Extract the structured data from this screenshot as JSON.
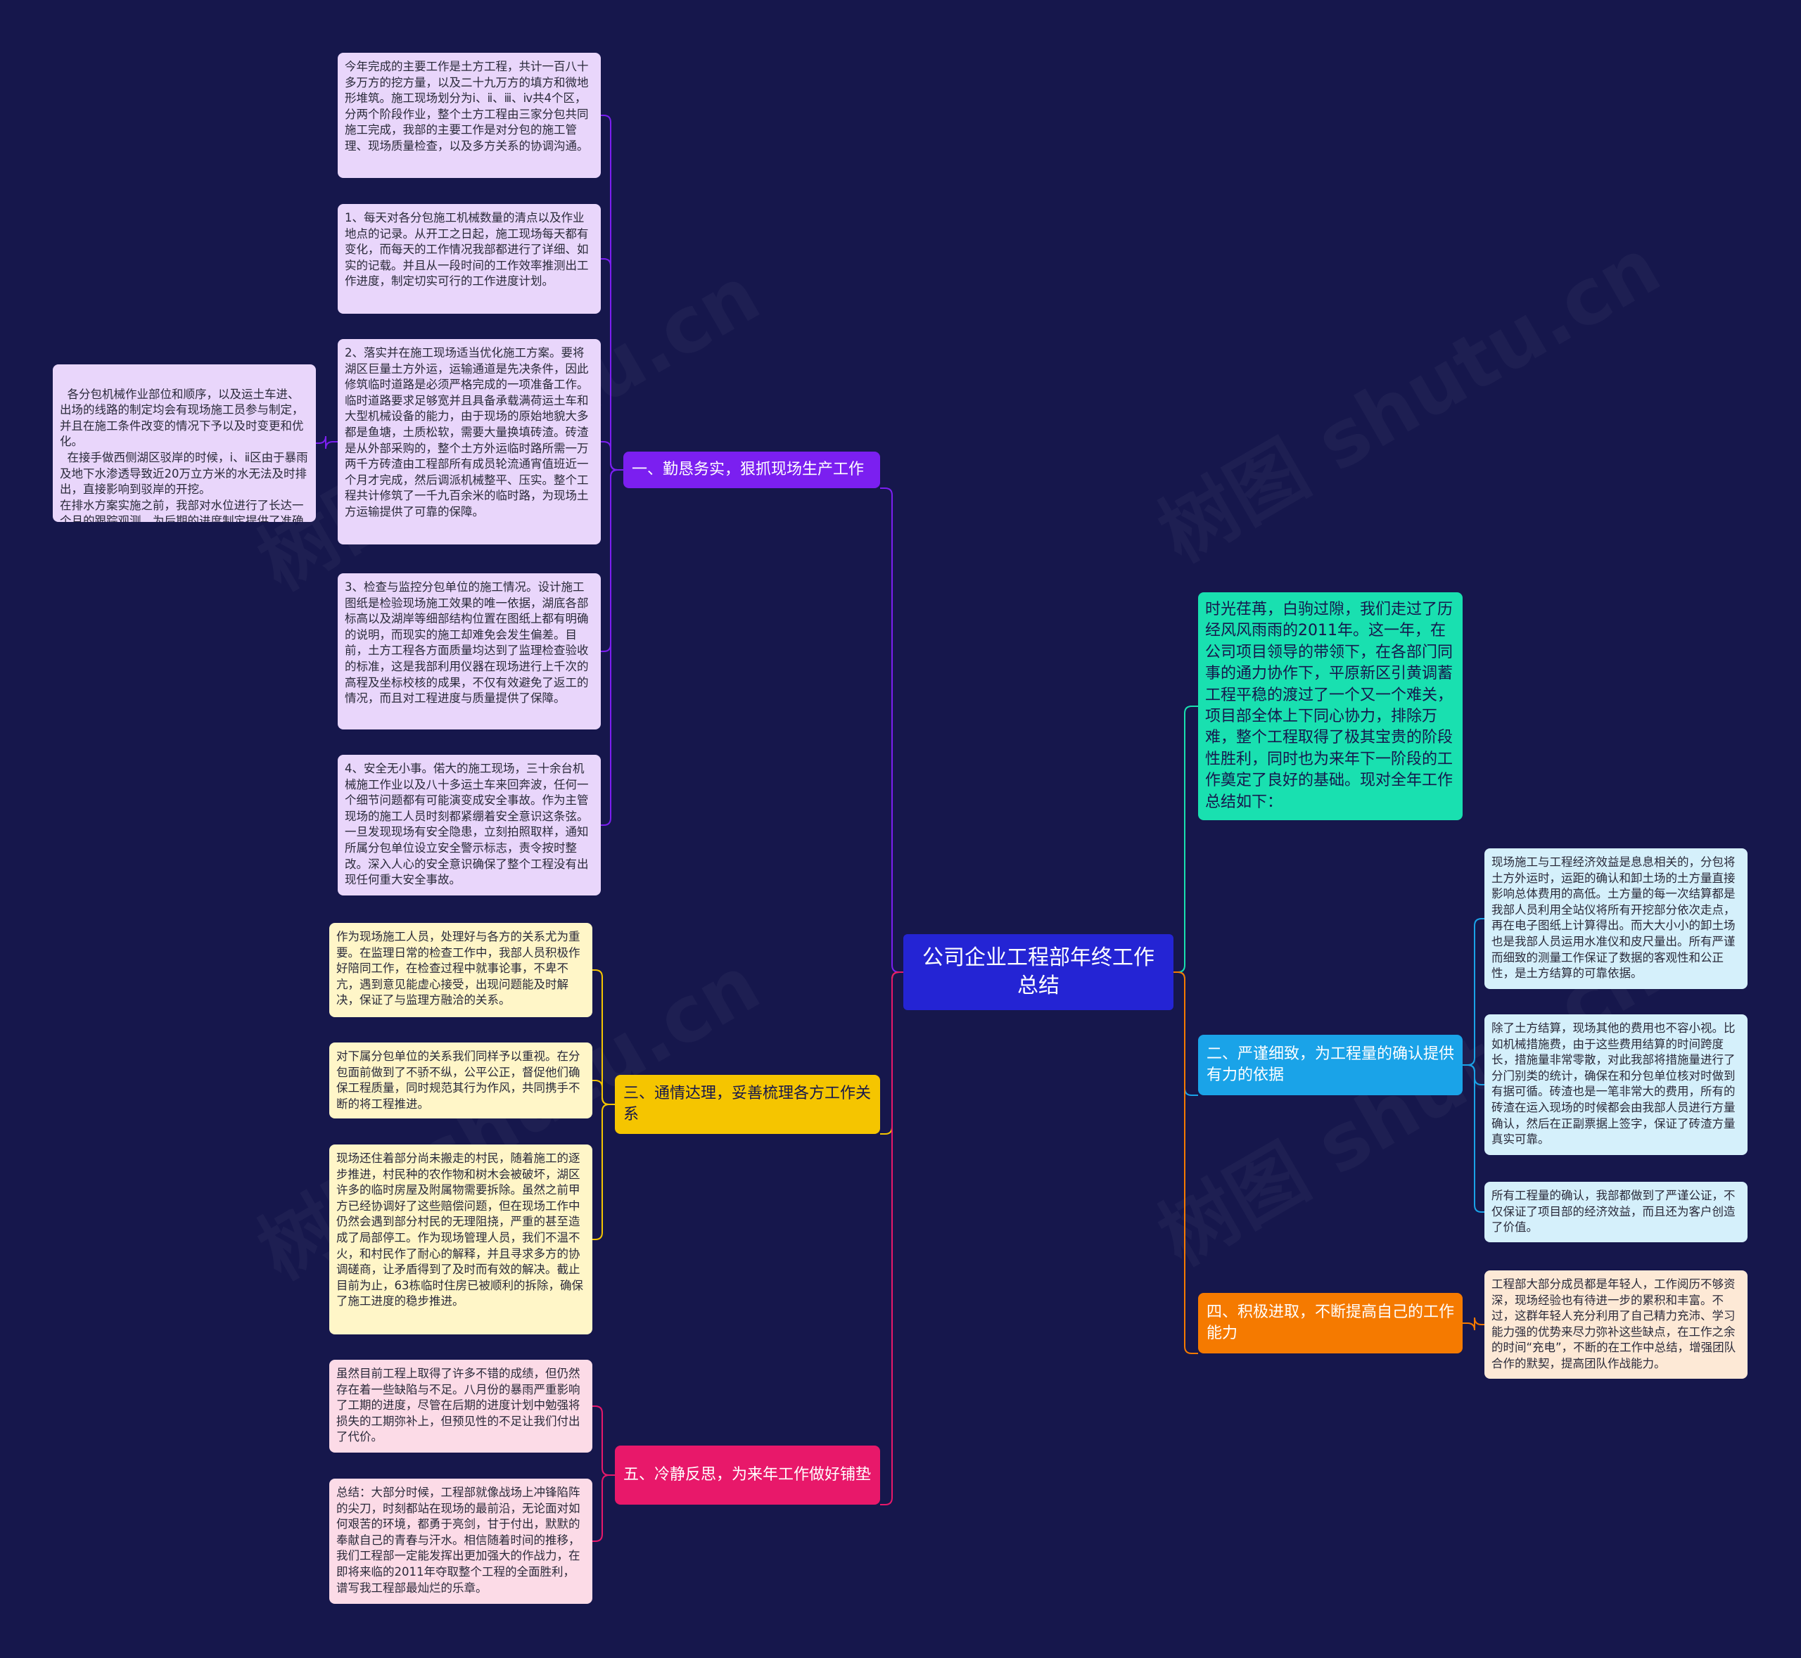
{
  "root": {
    "title": "公司企业工程部年终工作总结"
  },
  "intro": {
    "text": "时光荏苒，白驹过隙，我们走过了历经风风雨雨的2011年。这一年，在公司项目领导的带领下，在各部门同事的通力协作下，平原新区引黄调蓄工程平稳的渡过了一个又一个难关，项目部全体上下同心协力，排除万难，整个工程取得了极其宝贵的阶段性胜利，同时也为来年下一阶段的工作奠定了良好的基础。现对全年工作总结如下："
  },
  "branches": {
    "b1": {
      "label": "一、勤恳务实，狠抓现场生产工作"
    },
    "b2": {
      "label": "二、严谨细致，为工程量的确认提供有力的依据"
    },
    "b3": {
      "label": "三、通情达理，妥善梳理各方工作关系"
    },
    "b4": {
      "label": "四、积极进取，不断提高自己的工作能力"
    },
    "b5": {
      "label": "五、冷静反思，为来年工作做好铺垫"
    }
  },
  "leaves": {
    "b1_1": "今年完成的主要工作是土方工程，共计一百八十多万方的挖方量，以及二十九万方的填方和微地形堆筑。施工现场划分为ⅰ、ⅱ、ⅲ、ⅳ共4个区，分两个阶段作业，整个土方工程由三家分包共同施工完成，我部的主要工作是对分包的施工管理、现场质量检查，以及多方关系的协调沟通。",
    "b1_2": "1、每天对各分包施工机械数量的清点以及作业地点的记录。从开工之日起，施工现场每天都有变化，而每天的工作情况我部都进行了详细、如实的记载。并且从一段时间的工作效率推测出工作进度，制定切实可行的工作进度计划。",
    "b1_3": "2、落实并在施工现场适当优化施工方案。要将湖区巨量土方外运，运输通道是先决条件，因此修筑临时道路是必须严格完成的一项准备工作。临时道路要求足够宽并且具备承载满荷运土车和大型机械设备的能力，由于现场的原始地貌大多都是鱼塘，土质松软，需要大量换填砖渣。砖渣是从外部采购的，整个土方外运临时路所需一万两千方砖渣由工程部所有成员轮流通宵值班近一个月才完成，然后调派机械整平、压实。整个工程共计修筑了一千九百余米的临时路，为现场土方运输提供了可靠的保障。",
    "b1_3a": "各分包机械作业部位和顺序，以及运土车进、出场的线路的制定均会有现场施工员参与制定，并且在施工条件改变的情况下予以及时变更和优化。在排水方案实施之前，我部对水位进行了长达一个月的跟踪观测，为后期的进度制定提供了准确的数据依据。",
    "b1_3a_extra": "在接手做西侧湖区驳岸的时候，ⅰ、ⅱ区由于暴雨及地下水渗透导致近20万立方米的水无法及时排出，直接影响到驳岸的开挖。",
    "b1_4": "3、检查与监控分包单位的施工情况。设计施工图纸是检验现场施工效果的唯一依据，湖底各部标高以及湖岸等细部结构位置在图纸上都有明确的说明，而现实的施工却难免会发生偏差。目前，土方工程各方面质量均达到了监理检查验收的标准，这是我部利用仪器在现场进行上千次的高程及坐标校核的成果，不仅有效避免了返工的情况，而且对工程进度与质量提供了保障。",
    "b1_5": "4、安全无小事。偌大的施工现场，三十余台机械施工作业以及八十多运土车来回奔波，任何一个细节问题都有可能演变成安全事故。作为主管现场的施工人员时刻都紧绷着安全意识这条弦。一旦发现现场有安全隐患，立刻拍照取样，通知所属分包单位设立安全警示标志，责令按时整改。深入人心的安全意识确保了整个工程没有出现任何重大安全事故。",
    "b2_1": "现场施工与工程经济效益是息息相关的，分包将土方外运时，运距的确认和卸土场的土方量直接影响总体费用的高低。土方量的每一次结算都是我部人员利用全站仪将所有开挖部分依次走点，再在电子图纸上计算得出。而大大小小的卸土场也是我部人员运用水准仪和皮尺量出。所有严谨而细致的测量工作保证了数据的客观性和公正性，是土方结算的可靠依据。",
    "b2_2": "除了土方结算，现场其他的费用也不容小视。比如机械措施费，由于这些费用结算的时间跨度长，措施量非常零散，对此我部将措施量进行了分门别类的统计，确保在和分包单位核对时做到有据可循。砖渣也是一笔非常大的费用，所有的砖渣在运入现场的时候都会由我部人员进行方量确认，然后在正副票据上签字，保证了砖渣方量真实可靠。",
    "b2_3": "所有工程量的确认，我部都做到了严谨公证，不仅保证了项目部的经济效益，而且还为客户创造了价值。",
    "b3_1": "作为现场施工人员，处理好与各方的关系尤为重要。在监理日常的检查工作中，我部人员积极作好陪同工作，在检查过程中就事论事，不卑不亢，遇到意见能虚心接受，出现问题能及时解决，保证了与监理方融洽的关系。",
    "b3_2": "对下属分包单位的关系我们同样予以重视。在分包面前做到了不骄不纵，公平公正，督促他们确保工程质量，同时规范其行为作风，共同携手不断的将工程推进。",
    "b3_3": "现场还住着部分尚未搬走的村民，随着施工的逐步推进，村民种的农作物和树木会被破坏，湖区许多的临时房屋及附属物需要拆除。虽然之前甲方已经协调好了这些赔偿问题，但在现场工作中仍然会遇到部分村民的无理阻挠，严重的甚至造成了局部停工。作为现场管理人员，我们不温不火，和村民作了耐心的解释，并且寻求多方的协调磋商，让矛盾得到了及时而有效的解决。截止目前为止，63栋临时住房已被顺利的拆除，确保了施工进度的稳步推进。",
    "b4_1": "工程部大部分成员都是年轻人，工作阅历不够资深，现场经验也有待进一步的累积和丰富。不过，这群年轻人充分利用了自己精力充沛、学习能力强的优势来尽力弥补这些缺点，在工作之余的时间“充电”，不断的在工作中总结，增强团队合作的默契，提高团队作战能力。",
    "b5_1": "虽然目前工程上取得了许多不错的成绩，但仍然存在着一些缺陷与不足。八月份的暴雨严重影响了工期的进度，尽管在后期的进度计划中勉强将损失的工期弥补上，但预见性的不足让我们付出了代价。",
    "b5_2": "总结：大部分时候，工程部就像战场上冲锋陷阵的尖刀，时刻都站在现场的最前沿，无论面对如何艰苦的环境，都勇于亮剑，甘于付出，默默的奉献自己的青春与汗水。相信随着时间的推移，我们工程部一定能发挥出更加强大的作战力，在即将来临的2011年夺取整个工程的全面胜利，谱写我工程部最灿烂的乐章。"
  },
  "colors": {
    "background": "#16174c",
    "root": "#2424d4",
    "b1": "#7b1ff0",
    "b2": "#1aa3e8",
    "b3": "#f5c500",
    "b4": "#f57a00",
    "b5": "#e8186a",
    "intro": "#19e0b0",
    "leaf_b1": "#e9d6fb",
    "leaf_b2": "#d5f0fb",
    "leaf_b3": "#fff6c8",
    "leaf_b4": "#fde9d6",
    "leaf_b5": "#fcdbe7"
  }
}
